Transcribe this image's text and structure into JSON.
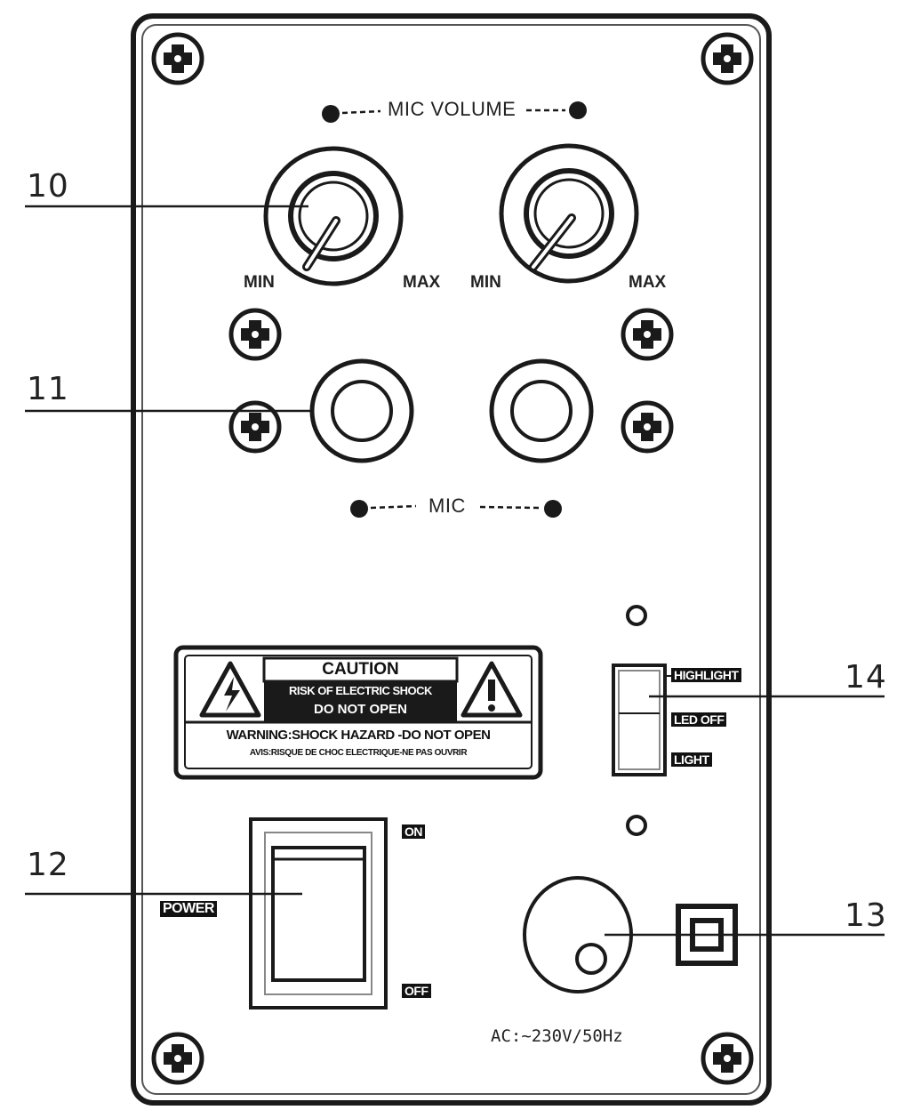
{
  "callouts": {
    "c10": "10",
    "c11": "11",
    "c12": "12",
    "c13": "13",
    "c14": "14"
  },
  "mic_volume": {
    "title": "MIC VOLUME",
    "min": "MIN",
    "max": "MAX"
  },
  "mic": {
    "title": "MIC"
  },
  "caution_label": {
    "title": "CAUTION",
    "line1": "RISK OF ELECTRIC SHOCK",
    "line2": "DO NOT OPEN",
    "warning": "WARNING:SHOCK HAZARD -DO NOT OPEN",
    "avis": "AVIS:RISQUE DE CHOC ELECTRIQUE-NE PAS OUVRIR"
  },
  "power_switch": {
    "label": "POWER",
    "on": "ON",
    "off": "OFF"
  },
  "light_switch": {
    "high": "HIGHLIGHT",
    "off": "LED OFF",
    "low": "LIGHT"
  },
  "ac_input": {
    "rating": "AC:~230V/50Hz"
  },
  "colors": {
    "line": "#1a1a1a",
    "background": "#ffffff"
  }
}
